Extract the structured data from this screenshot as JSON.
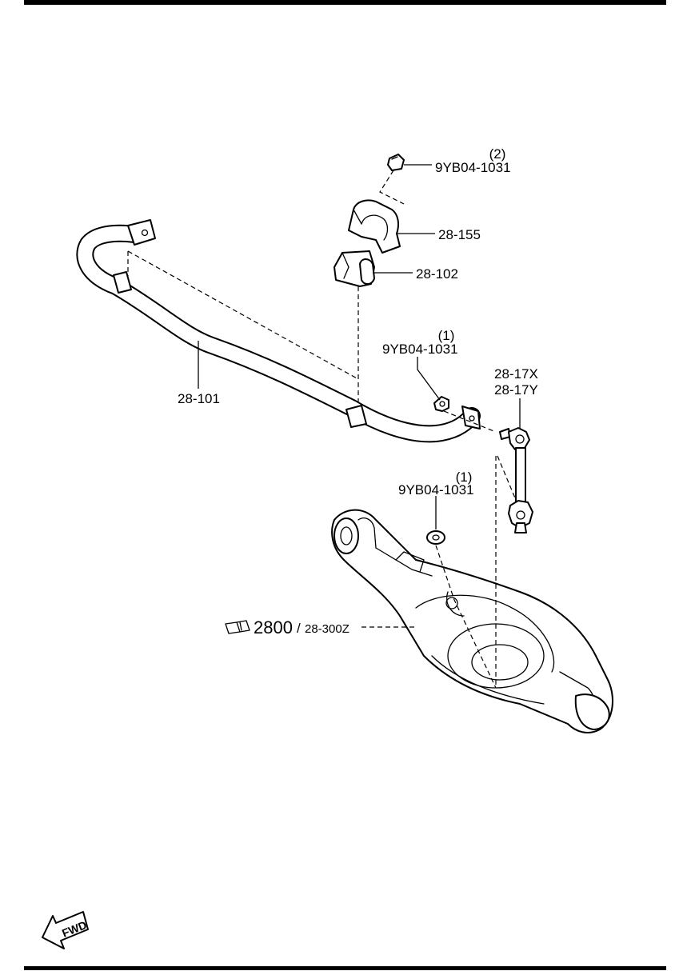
{
  "callouts": {
    "nut_top": {
      "qty": "(2)",
      "part": "9YB04-1031"
    },
    "bracket": {
      "part": "28-155"
    },
    "bushing": {
      "part": "28-102"
    },
    "nut_mid": {
      "qty": "(1)",
      "part": "9YB04-1031"
    },
    "link": {
      "part_x": "28-17X",
      "part_y": "28-17Y"
    },
    "stabilizer": {
      "part": "28-101"
    },
    "washer": {
      "qty": "(1)",
      "part": "9YB04-1031"
    },
    "arm": {
      "ref_group": "2800",
      "separator": "/",
      "part": "28-300Z"
    }
  },
  "fwd_indicator": {
    "label": "FWD"
  },
  "icons": {
    "reference": "book-reference-icon",
    "forward": "forward-arrow-icon"
  }
}
